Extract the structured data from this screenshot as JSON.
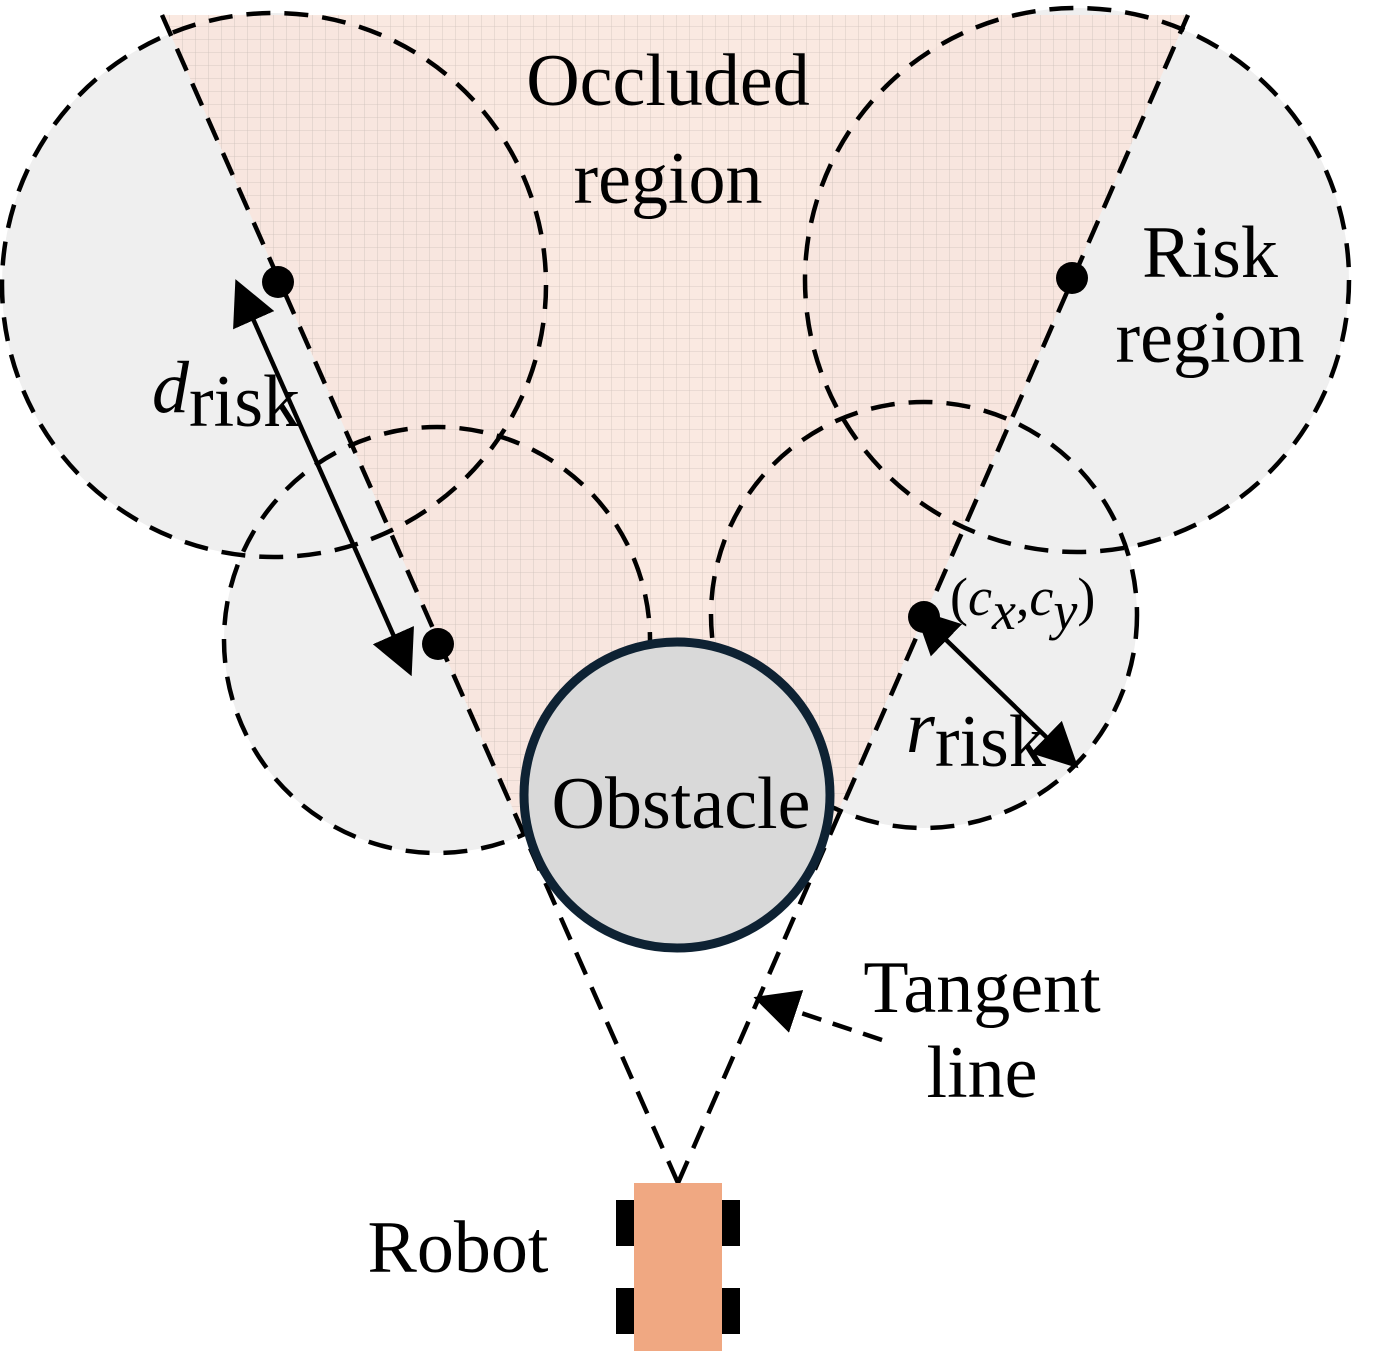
{
  "labels": {
    "occluded_line1": "Occluded",
    "occluded_line2": "region",
    "risk_line1": "Risk",
    "risk_line2": "region",
    "obstacle": "Obstacle",
    "tangent_line1": "Tangent",
    "tangent_line2": "line",
    "robot": "Robot",
    "d_risk_main": "d",
    "d_risk_sub": "risk",
    "r_risk_main": "r",
    "r_risk_sub": "risk",
    "center_open": "(",
    "center_cx": "c",
    "center_x_sub": "x",
    "center_comma": ",",
    "center_cy": "c",
    "center_y_sub": "y",
    "center_close": ")"
  },
  "colors": {
    "occluded_fill": "#f9e5dc",
    "occluded_grid": "#c8b8b0",
    "risk_fill": "#efefef",
    "obstacle_fill": "#d9d9d9",
    "obstacle_stroke": "#0e2233",
    "robot_body": "#f0a882",
    "wheel": "#000000",
    "line": "#000000"
  },
  "icons": {
    "robot": "robot-icon",
    "obstacle": "circle-shape"
  }
}
